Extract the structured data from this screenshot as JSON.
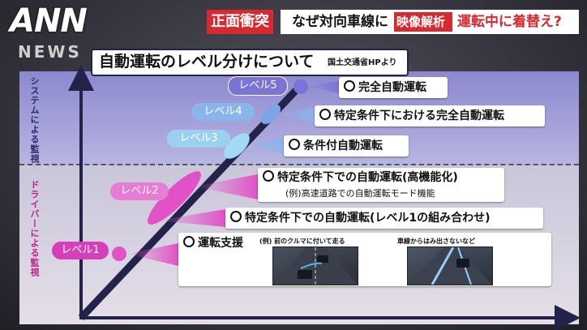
{
  "broadcaster": {
    "logo": "ANN",
    "logo_sub": "NEWS"
  },
  "headline": {
    "tag": "正面衝突",
    "text_a": "なぜ対向車線に",
    "text_box": "映像解析",
    "text_c": "運転中に着替え?"
  },
  "diagram": {
    "title": "自動運転のレベル分けについて",
    "source": "国土交通省HPより",
    "side_system": "システムによる監視",
    "side_driver": "ドライバーによる監視",
    "levels": [
      {
        "label": "レベル5",
        "description": "完全自動運転",
        "color": "#7a74d6"
      },
      {
        "label": "レベル4",
        "description": "特定条件下における完全自動運転",
        "color": "#8ab4ec"
      },
      {
        "label": "レベル3",
        "description": "条件付自動運転",
        "color": "#9bd0f0"
      },
      {
        "label": "レベル2",
        "description": "特定条件下での自動運転(高機能化)",
        "sub": "(例)高速道路での自動運転モード機能",
        "color": "#e67cd4"
      },
      {
        "label": "レベル2",
        "description": "特定条件下での自動運転(レベル1の組み合わせ)",
        "color": "#e67cd4"
      },
      {
        "label": "レベル1",
        "description": "運転支援",
        "color": "#d63fb8"
      }
    ],
    "examples": {
      "caption_a": "(例) 前のクルマに付いて走る",
      "caption_b": "車線からはみ出さないなど"
    }
  }
}
